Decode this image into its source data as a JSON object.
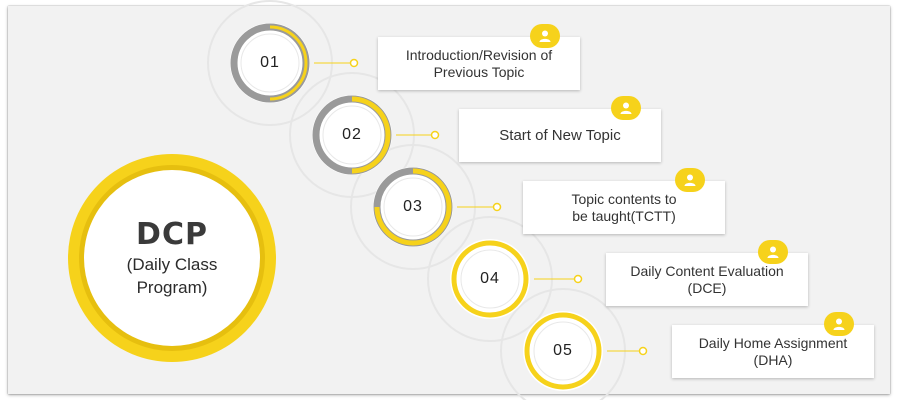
{
  "title": {
    "main": "DCP",
    "sub_line1": "(Daily Class",
    "sub_line2": "Program)"
  },
  "steps": [
    {
      "number": "01",
      "label_line1": "Introduction/Revision of",
      "label_line2": "Previous Topic",
      "progress": 0.5
    },
    {
      "number": "02",
      "label_line1": "Start of New Topic",
      "label_line2": "",
      "progress": 0.5
    },
    {
      "number": "03",
      "label_line1": "Topic contents to",
      "label_line2": "be taught(TCTT)",
      "progress": 0.75
    },
    {
      "number": "04",
      "label_line1": "Daily Content Evaluation",
      "label_line2": "(DCE)",
      "progress": 1
    },
    {
      "number": "05",
      "label_line1": "Daily Home Assignment",
      "label_line2": "(DHA)",
      "progress": 1
    }
  ],
  "icons": {
    "badge": "person-icon"
  },
  "colors": {
    "accent": "#f6d21b",
    "track": "#9a9a9a",
    "background": "#f2f2f2"
  }
}
